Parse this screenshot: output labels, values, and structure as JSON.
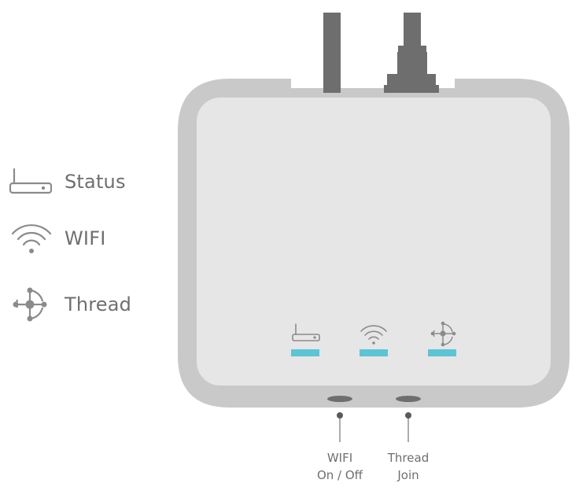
{
  "legend": {
    "items": [
      {
        "icon": "router-icon",
        "label": "Status"
      },
      {
        "icon": "wifi-icon",
        "label": "WIFI"
      },
      {
        "icon": "thread-icon",
        "label": "Thread"
      }
    ]
  },
  "device": {
    "leds": [
      {
        "icon": "router-icon",
        "color": "#5bc4d6"
      },
      {
        "icon": "wifi-icon",
        "color": "#5bc4d6"
      },
      {
        "icon": "thread-icon",
        "color": "#5bc4d6"
      }
    ],
    "colors": {
      "frame": "#c9c9c9",
      "face": "#e6e6e6",
      "cable": "#6e6e6e",
      "icon": "#8a8b8d",
      "led": "#5bc4d6"
    }
  },
  "buttons": [
    {
      "line1": "WIFI",
      "line2": "On / Off"
    },
    {
      "line1": "Thread",
      "line2": "Join"
    }
  ]
}
